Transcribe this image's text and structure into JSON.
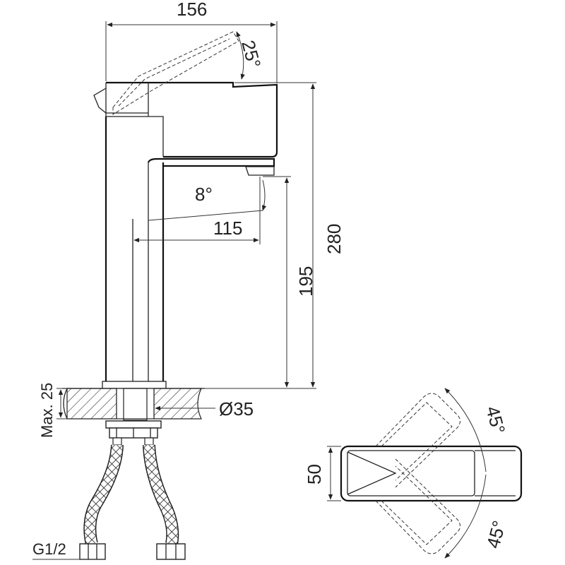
{
  "dimensions": {
    "width_total": "156",
    "lever_angle_side": "25°",
    "spout_angle": "8°",
    "spout_reach": "115",
    "spout_height": "195",
    "total_height": "280",
    "max_deck_thickness": "Max. 25",
    "hole_diameter": "Ø35",
    "inlet_thread": "G1/2",
    "handle_width": "50",
    "handle_angle_top": "45°",
    "handle_angle_bottom": "45°"
  }
}
